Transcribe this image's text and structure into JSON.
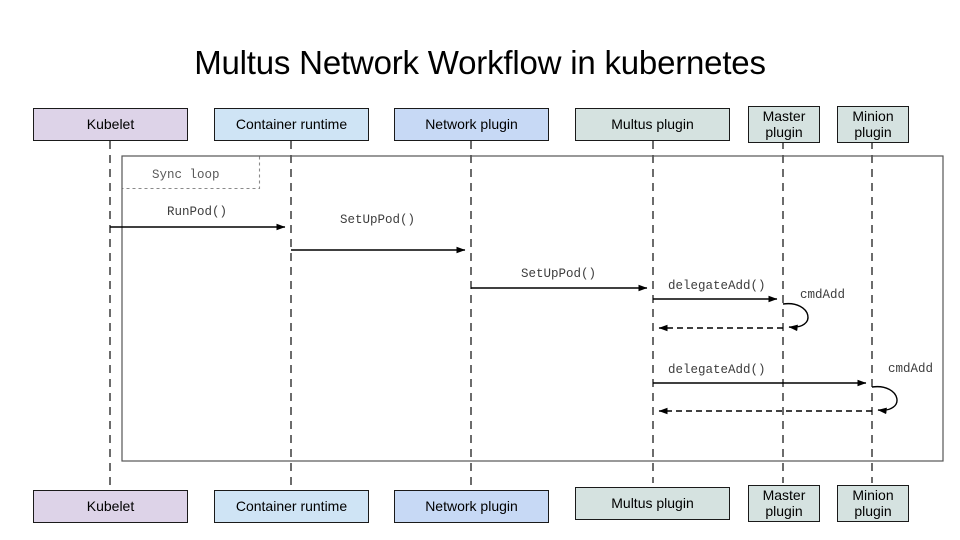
{
  "diagram": {
    "title": "Multus Network Workflow in kubernetes",
    "type": "sequence-diagram",
    "frame": {
      "label": "Sync loop"
    },
    "colors": {
      "kubelet": "#ddd3e8",
      "container_runtime": "#cfe4f5",
      "network_plugin": "#c7d9f5",
      "plugin_generic": "#d5e2e0",
      "border": "#1a1a1a",
      "lifeline": "#444444",
      "arrow": "#000000",
      "label_text": "#3d3d3d",
      "background": "#ffffff"
    },
    "participants": [
      {
        "id": "kubelet",
        "label": "Kubelet",
        "color": "#ddd3e8"
      },
      {
        "id": "container-runtime",
        "label": "Container runtime",
        "color": "#cfe4f5"
      },
      {
        "id": "network-plugin",
        "label": "Network plugin",
        "color": "#c7d9f5"
      },
      {
        "id": "multus-plugin",
        "label": "Multus plugin",
        "color": "#d5e2e0"
      },
      {
        "id": "master-plugin",
        "label": "Master plugin",
        "color": "#d5e2e0"
      },
      {
        "id": "minion-plugin",
        "label": "Minion plugin",
        "color": "#d5e2e0"
      }
    ],
    "messages": [
      {
        "id": "m1",
        "label": "RunPod()",
        "from": "kubelet",
        "to": "container-runtime",
        "style": "solid"
      },
      {
        "id": "m2",
        "label": "SetUpPod()",
        "from": "container-runtime",
        "to": "network-plugin",
        "style": "solid"
      },
      {
        "id": "m3",
        "label": "SetUpPod()",
        "from": "network-plugin",
        "to": "multus-plugin",
        "style": "solid"
      },
      {
        "id": "m4",
        "label": "delegateAdd()",
        "from": "multus-plugin",
        "to": "master-plugin",
        "style": "solid"
      },
      {
        "id": "m5",
        "label": "cmdAdd",
        "from": "master-plugin",
        "to": "master-plugin",
        "style": "self"
      },
      {
        "id": "m6",
        "label": "",
        "from": "master-plugin",
        "to": "multus-plugin",
        "style": "dashed"
      },
      {
        "id": "m7",
        "label": "delegateAdd()",
        "from": "multus-plugin",
        "to": "minion-plugin",
        "style": "solid"
      },
      {
        "id": "m8",
        "label": "cmdAdd",
        "from": "minion-plugin",
        "to": "minion-plugin",
        "style": "self"
      },
      {
        "id": "m9",
        "label": "",
        "from": "minion-plugin",
        "to": "multus-plugin",
        "style": "dashed"
      }
    ]
  }
}
